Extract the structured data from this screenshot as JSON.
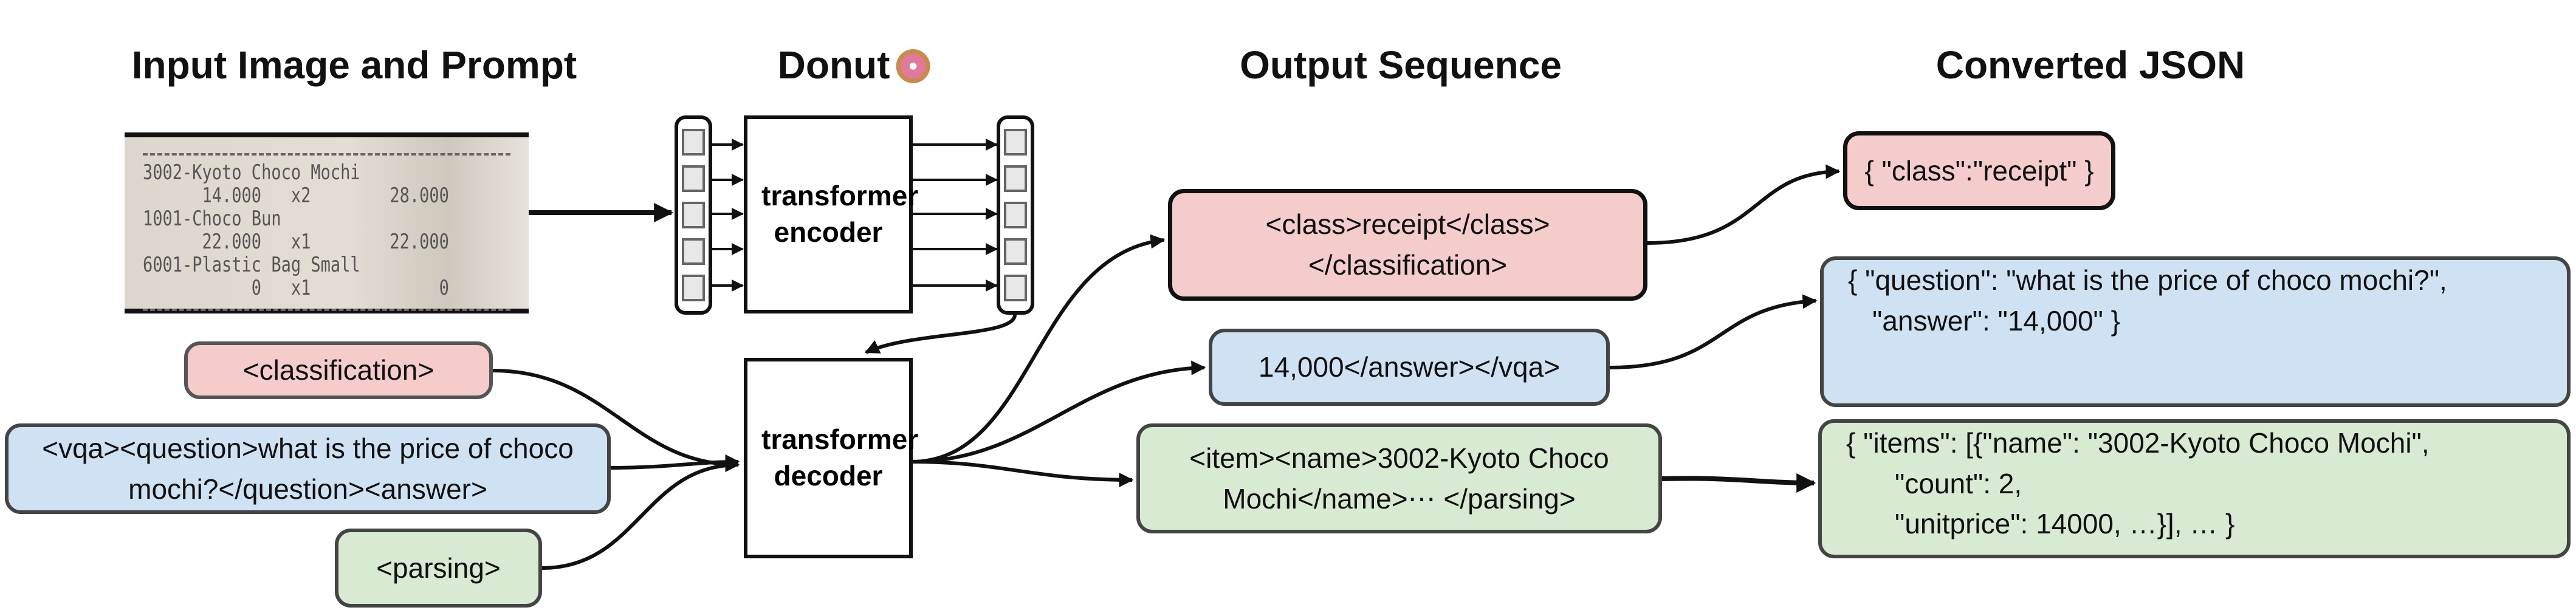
{
  "titles": {
    "input": "Input Image and Prompt",
    "donut": "Donut",
    "donut_icon": "donut-emoji",
    "output": "Output Sequence",
    "json": "Converted JSON"
  },
  "receipt": {
    "lines": [
      "3002-Kyoto Choco Mochi",
      "      14.000   x2        28.000",
      "1001-Choco Bun",
      "      22.000   x1        22.000",
      "6001-Plastic Bag Small",
      "           0   x1             0"
    ]
  },
  "model": {
    "encoder": "transformer encoder",
    "decoder": "transformer decoder"
  },
  "prompts": {
    "classification": "<classification>",
    "vqa": "<vqa><question>what is the price of choco mochi?</question><answer>",
    "parsing": "<parsing>"
  },
  "outputs": {
    "classification": "<class>receipt</class> </classification>",
    "vqa": "14,000</answer></vqa>",
    "parsing": "<item><name>3002-Kyoto Choco Mochi</name>⋯ </parsing>"
  },
  "json": {
    "classification": "{ \"class\":\"receipt\" }",
    "vqa_line1": "{ \"question\": \"what is the price of choco mochi?\",",
    "vqa_line2": "\"answer\": \"14,000\" }",
    "parsing_line1": "{ \"items\": [{\"name\": \"3002-Kyoto Choco Mochi\",",
    "parsing_line2": "\"count\": 2,",
    "parsing_line3": "\"unitprice\": 14000, …}], … }"
  },
  "colors": {
    "classification": "#f4cccc",
    "vqa": "#cfe2f3",
    "parsing": "#d9ead3"
  }
}
